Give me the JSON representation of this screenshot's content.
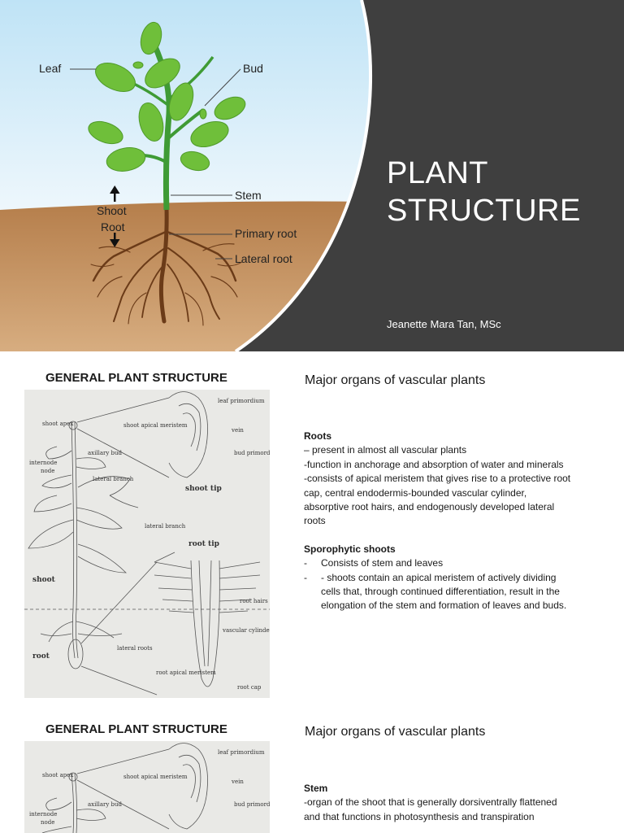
{
  "title_slide": {
    "title_line1": "PLANT",
    "title_line2": "STRUCTURE",
    "author": "Jeanette Mara Tan, MSc",
    "labels": {
      "leaf": "Leaf",
      "bud": "Bud",
      "stem": "Stem",
      "shoot": "Shoot",
      "root": "Root",
      "primary_root": "Primary root",
      "lateral_root": "Lateral root"
    },
    "colors": {
      "sky": "#cfe9f7",
      "soil": "#b98452",
      "panel": "#3f3f3f",
      "leaf": "#6fbf3a"
    }
  },
  "slide2": {
    "heading": "GENERAL PLANT STRUCTURE",
    "subtitle": "Major organs of vascular plants",
    "roots_heading": "Roots",
    "roots_lines": [
      " – present in almost all vascular plants",
      "-function in anchorage and absorption of water and minerals",
      "-consists of apical meristem that gives rise to a protective root cap, central endodermis-bounded vascular cylinder, absorptive root hairs, and endogenously developed lateral roots"
    ],
    "shoots_heading": "Sporophytic shoots",
    "shoots_bullets": [
      {
        "marker": "-",
        "text": "Consists of stem and leaves"
      },
      {
        "marker": "-",
        "text": "- shoots contain an apical meristem of actively dividing cells that, through continued differentiation, result in the elongation of the stem and formation of leaves and buds."
      }
    ],
    "diagram_labels": {
      "shoot_apex": "shoot apex",
      "shoot_apical_meristem": "shoot apical meristem",
      "leaf_primordium": "leaf primordium",
      "vein": "vein",
      "bud_primordium": "bud primordium",
      "axillary_bud": "axillary bud",
      "internode": "internode",
      "node": "node",
      "lateral_branch": "lateral branch",
      "lateral_branch2": "lateral branch",
      "shoot_tip": "shoot tip",
      "root_tip": "root tip",
      "shoot": "shoot",
      "root": "root",
      "root_hairs": "root hairs",
      "vascular_cylinder": "vascular cylinder",
      "lateral_roots": "lateral roots",
      "root_apical_meristem": "root apical meristem",
      "root_cap": "root cap"
    }
  },
  "slide3": {
    "heading": "GENERAL PLANT STRUCTURE",
    "subtitle": "Major organs of vascular plants",
    "stem_heading": "Stem",
    "stem_lines": [
      "-organ of the shoot that is generally dorsiventrally flattened and that functions in photosynthesis and transpiration"
    ],
    "diagram_labels": {
      "shoot_apex": "shoot apex",
      "shoot_apical_meristem": "shoot apical meristem",
      "leaf_primordium": "leaf primordium",
      "vein": "vein",
      "axillary_bud": "axillary bud",
      "internode": "internode",
      "node": "node",
      "bud_primordium": "bud primordium"
    }
  }
}
